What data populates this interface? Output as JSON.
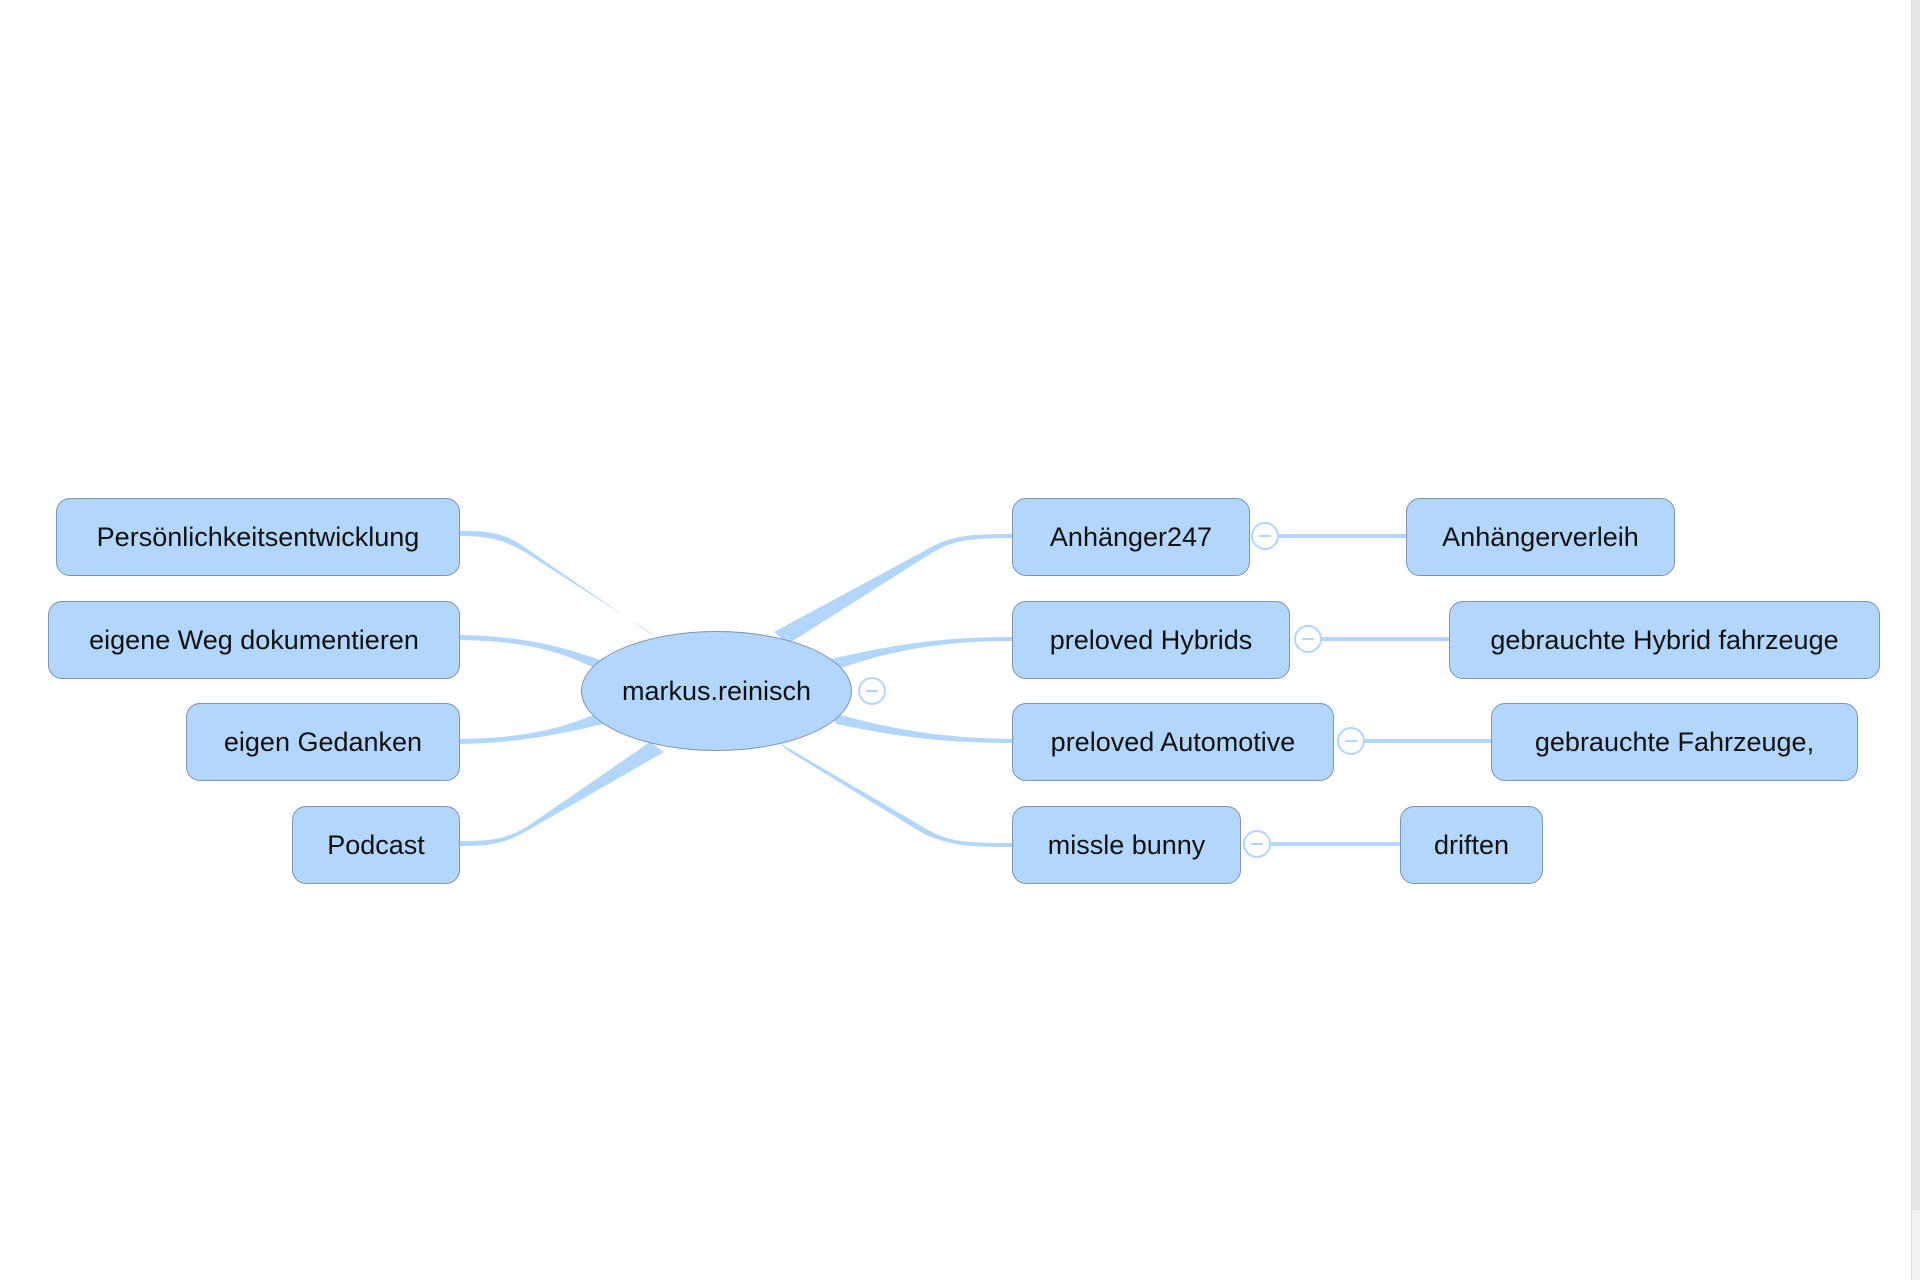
{
  "mindmap": {
    "root": {
      "label": "markus.reinisch"
    },
    "left_branches": [
      {
        "label": "Persönlichkeitsentwicklung"
      },
      {
        "label": "eigene Weg dokumentieren"
      },
      {
        "label": "eigen Gedanken"
      },
      {
        "label": "Podcast"
      }
    ],
    "right_branches": [
      {
        "label": "Anhänger247",
        "child": {
          "label": "Anhängerverleih"
        }
      },
      {
        "label": "preloved Hybrids",
        "child": {
          "label": "gebrauchte Hybrid fahrzeuge"
        }
      },
      {
        "label": "preloved Automotive",
        "child": {
          "label": "gebrauchte Fahrzeuge,"
        }
      },
      {
        "label": "missle bunny",
        "child": {
          "label": "driften"
        }
      }
    ],
    "colors": {
      "node_fill": "#b3d6fc",
      "node_border": "#7f94ad",
      "link": "#b3d6fc"
    }
  }
}
